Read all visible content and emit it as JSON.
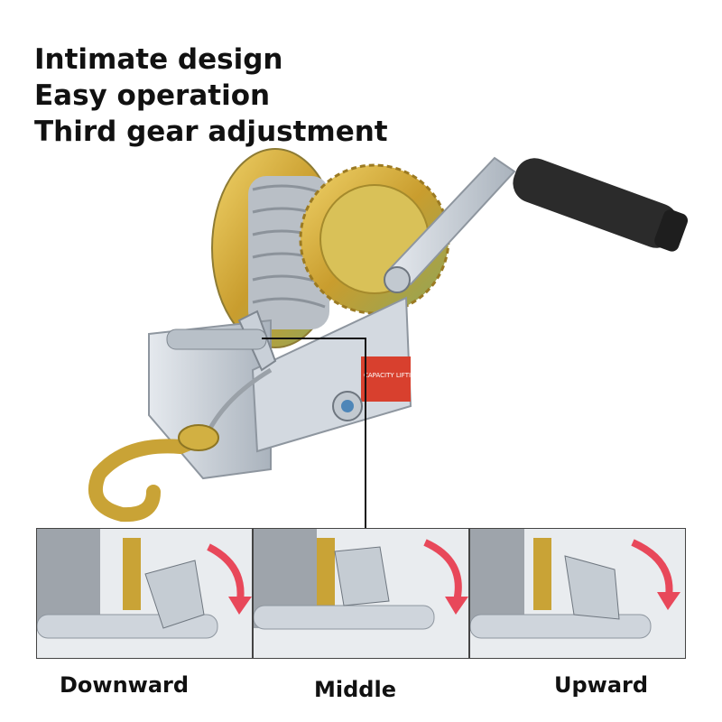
{
  "headline": {
    "lines": [
      "Intimate design",
      "Easy operation",
      "Third gear adjustment"
    ]
  },
  "product": {
    "icon": "hand-winch-icon",
    "label_text": "CAPACITY LIFTING"
  },
  "positions": [
    {
      "label": "Downward"
    },
    {
      "label": "Middle"
    },
    {
      "label": "Upward"
    }
  ],
  "colors": {
    "arrow": "#e8485a",
    "gear": "#d8b43a",
    "steel": "#c9d0d8",
    "handle": "#2b2b2b",
    "sticker": "#d8402e"
  }
}
